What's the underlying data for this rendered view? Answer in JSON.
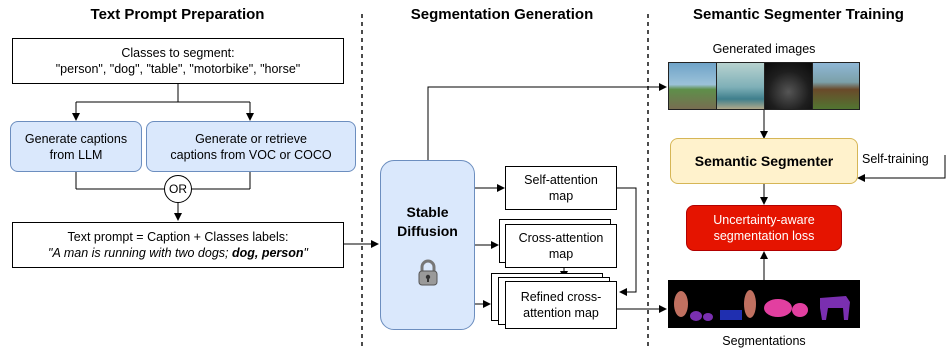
{
  "sections": {
    "prep_title": "Text Prompt Preparation",
    "gen_title": "Segmentation Generation",
    "train_title": "Semantic Segmenter Training"
  },
  "prep": {
    "classes_line1": "Classes to segment:",
    "classes_line2": "\"person\", \"dog\", \"table\", \"motorbike\", \"horse\"",
    "llm_line1": "Generate captions",
    "llm_line2": "from LLM",
    "voc_line1": "Generate or retrieve",
    "voc_line2": "captions from VOC or COCO",
    "or_label": "OR",
    "prompt_line1": "Text prompt = Caption + Classes labels:",
    "prompt_italic": "\"A man is running with two dogs; ",
    "prompt_bold": "dog, person",
    "prompt_end": "\""
  },
  "gen": {
    "sd_line1": "Stable",
    "sd_line2": "Diffusion",
    "lock_icon": "lock-icon",
    "self_line1": "Self-attention",
    "self_line2": "map",
    "cross_line1": "Cross-attention",
    "cross_line2": "map",
    "refined_line1": "Refined cross-",
    "refined_line2": "attention map"
  },
  "train": {
    "generated_label": "Generated images",
    "segmenter_label": "Semantic Segmenter",
    "self_training_label": "Self-training",
    "loss_line1": "Uncertainty-aware",
    "loss_line2": "segmentation loss",
    "segmentations_label": "Segmentations"
  },
  "colors": {
    "blue_fill": "#dae8fc",
    "blue_stroke": "#6c8ebf",
    "segmenter_fill": "#fff2cc",
    "segmenter_stroke": "#d6b656",
    "loss_fill": "#e51400",
    "loss_stroke": "#b20000"
  }
}
